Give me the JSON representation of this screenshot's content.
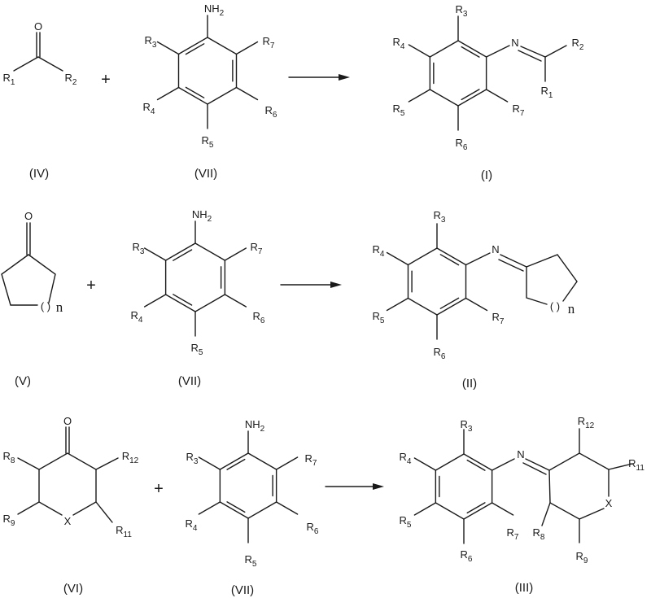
{
  "colors": {
    "ink": "#1a1a1a",
    "background": "#ffffff"
  },
  "plus": "+",
  "reactions": [
    {
      "ketone": {
        "label": "(IV)",
        "O": {
          "symbol": "O"
        },
        "R1": {
          "symbol": "R",
          "sub": "1"
        },
        "R2": {
          "symbol": "R",
          "sub": "2"
        }
      },
      "aniline": {
        "label": "(VII)",
        "NH2": {
          "symbol": "NH",
          "sub": "2"
        },
        "R3": {
          "symbol": "R",
          "sub": "3"
        },
        "R4": {
          "symbol": "R",
          "sub": "4"
        },
        "R5": {
          "symbol": "R",
          "sub": "5"
        },
        "R6": {
          "symbol": "R",
          "sub": "6"
        },
        "R7": {
          "symbol": "R",
          "sub": "7"
        }
      },
      "product": {
        "label": "(I)",
        "N": {
          "symbol": "N"
        },
        "R1": {
          "symbol": "R",
          "sub": "1"
        },
        "R2": {
          "symbol": "R",
          "sub": "2"
        },
        "R3": {
          "symbol": "R",
          "sub": "3"
        },
        "R4": {
          "symbol": "R",
          "sub": "4"
        },
        "R5": {
          "symbol": "R",
          "sub": "5"
        },
        "R6": {
          "symbol": "R",
          "sub": "6"
        },
        "R7": {
          "symbol": "R",
          "sub": "7"
        }
      }
    },
    {
      "ketone": {
        "label": "(V)",
        "O": {
          "symbol": "O"
        },
        "paren": {
          "symbol": "( )"
        },
        "n": {
          "symbol": "n"
        }
      },
      "aniline": {
        "label": "(VII)",
        "NH2": {
          "symbol": "NH",
          "sub": "2"
        },
        "R3": {
          "symbol": "R",
          "sub": "3"
        },
        "R4": {
          "symbol": "R",
          "sub": "4"
        },
        "R5": {
          "symbol": "R",
          "sub": "5"
        },
        "R6": {
          "symbol": "R",
          "sub": "6"
        },
        "R7": {
          "symbol": "R",
          "sub": "7"
        }
      },
      "product": {
        "label": "(II)",
        "N": {
          "symbol": "N"
        },
        "paren": {
          "symbol": "( )"
        },
        "n": {
          "symbol": "n"
        },
        "R3": {
          "symbol": "R",
          "sub": "3"
        },
        "R4": {
          "symbol": "R",
          "sub": "4"
        },
        "R5": {
          "symbol": "R",
          "sub": "5"
        },
        "R6": {
          "symbol": "R",
          "sub": "6"
        },
        "R7": {
          "symbol": "R",
          "sub": "7"
        }
      }
    },
    {
      "ketone": {
        "label": "(VI)",
        "O": {
          "symbol": "O"
        },
        "X": {
          "symbol": "X"
        },
        "R8": {
          "symbol": "R",
          "sub": "8"
        },
        "R9": {
          "symbol": "R",
          "sub": "9"
        },
        "R11": {
          "symbol": "R",
          "sub": "11"
        },
        "R12": {
          "symbol": "R",
          "sub": "12"
        }
      },
      "aniline": {
        "label": "(VII)",
        "NH2": {
          "symbol": "NH",
          "sub": "2"
        },
        "R3": {
          "symbol": "R",
          "sub": "3"
        },
        "R4": {
          "symbol": "R",
          "sub": "4"
        },
        "R5": {
          "symbol": "R",
          "sub": "5"
        },
        "R6": {
          "symbol": "R",
          "sub": "6"
        },
        "R7": {
          "symbol": "R",
          "sub": "7"
        }
      },
      "product": {
        "label": "(III)",
        "N": {
          "symbol": "N"
        },
        "X": {
          "symbol": "X"
        },
        "R3": {
          "symbol": "R",
          "sub": "3"
        },
        "R4": {
          "symbol": "R",
          "sub": "4"
        },
        "R5": {
          "symbol": "R",
          "sub": "5"
        },
        "R6": {
          "symbol": "R",
          "sub": "6"
        },
        "R7": {
          "symbol": "R",
          "sub": "7"
        },
        "R8": {
          "symbol": "R",
          "sub": "8"
        },
        "R9": {
          "symbol": "R",
          "sub": "9"
        },
        "R11": {
          "symbol": "R",
          "sub": "11"
        },
        "R12": {
          "symbol": "R",
          "sub": "12"
        }
      }
    }
  ]
}
